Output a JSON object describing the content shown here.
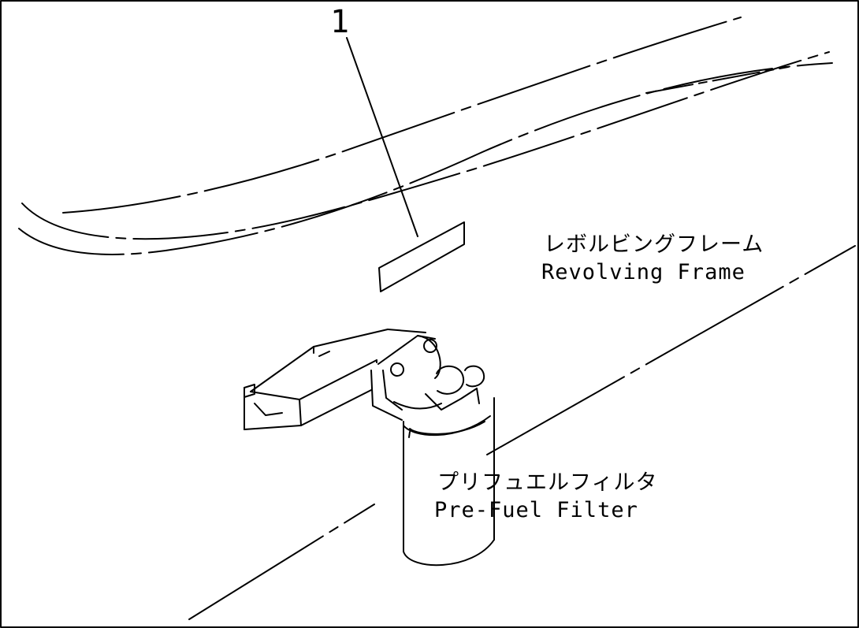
{
  "callout_number": "1",
  "labels": {
    "revolving_frame_ja": "レボルビングフレーム",
    "revolving_frame_en": "Revolving Frame",
    "pre_fuel_filter_ja": "プリフュエルフィルタ",
    "pre_fuel_filter_en": "Pre-Fuel Filter"
  }
}
